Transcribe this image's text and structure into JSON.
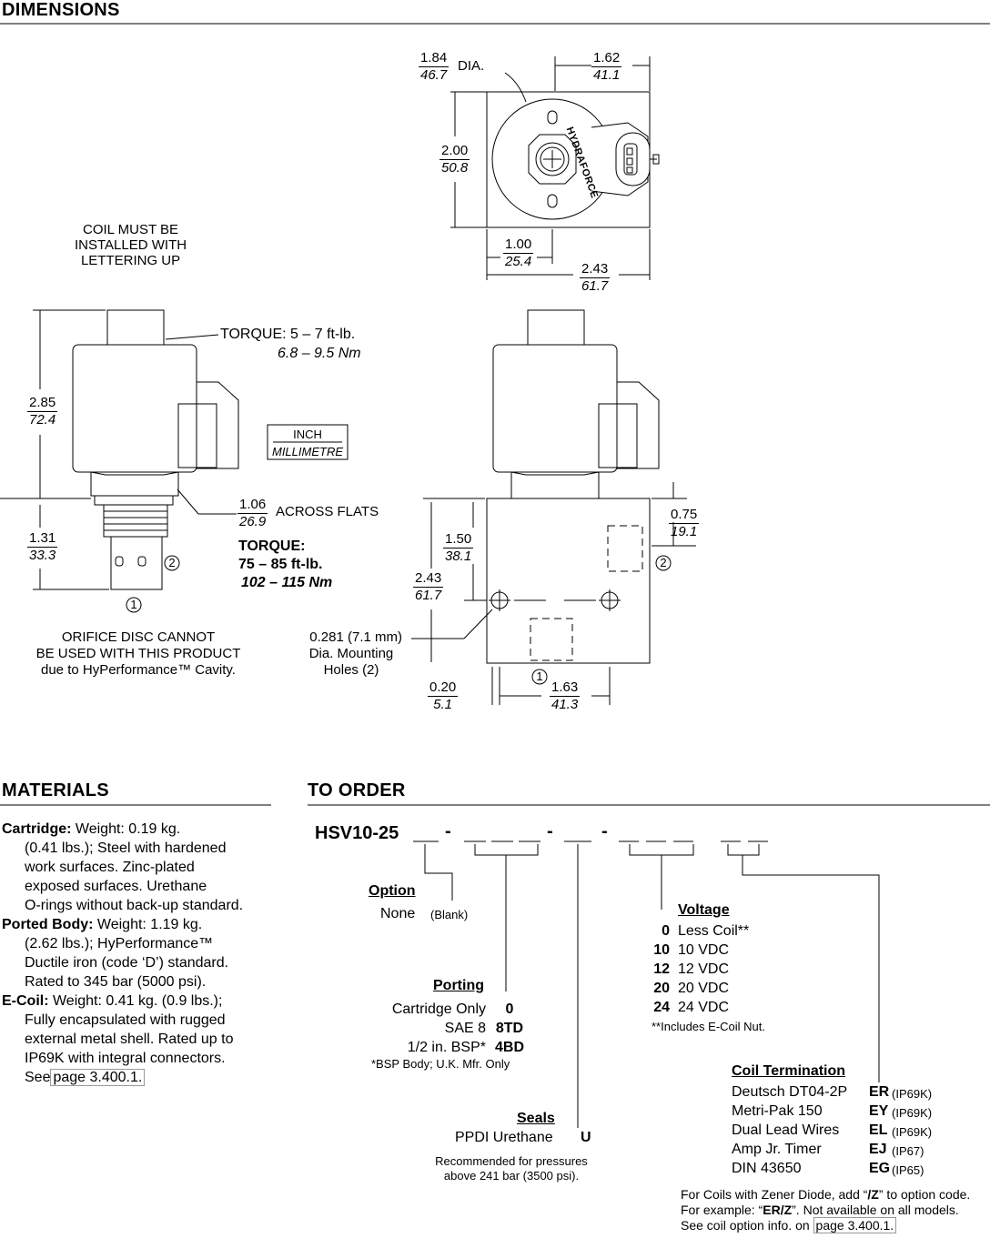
{
  "dimensions": {
    "title": "DIMENSIONS",
    "top_view": {
      "dia_in": "1.84",
      "dia_mm": "46.7",
      "dia_label": "DIA.",
      "w1_in": "1.62",
      "w1_mm": "41.1",
      "h_in": "2.00",
      "h_mm": "50.8",
      "x1_in": "1.00",
      "x1_mm": "25.4",
      "w2_in": "2.43",
      "w2_mm": "61.7",
      "brand": "HYDRAFORCE"
    },
    "coil_note": [
      "COIL MUST BE",
      "INSTALLED WITH",
      "LETTERING UP"
    ],
    "torque_nut": {
      "line1": "TORQUE: 5 – 7 ft-lb.",
      "line2": "6.8 – 9.5 Nm"
    },
    "side_height_in": "2.85",
    "side_height_mm": "72.4",
    "units_box": {
      "inch": "INCH",
      "mm": "MILLIMETRE"
    },
    "across_flats": {
      "in": "1.06",
      "mm": "26.9",
      "label": "ACROSS FLATS"
    },
    "torque_body": {
      "line1": "TORQUE:",
      "line2": "75 – 85 ft-lb.",
      "line3": "102 – 115 Nm"
    },
    "cart_len_in": "1.31",
    "cart_len_mm": "33.3",
    "port1": "1",
    "port2": "2",
    "orifice_note": [
      "ORIFICE DISC CANNOT",
      "BE USED WITH THIS PRODUCT",
      "due to HyPerformance™ Cavity."
    ],
    "body": {
      "d150_in": "1.50",
      "d150_mm": "38.1",
      "d243_in": "2.43",
      "d243_mm": "61.7",
      "d075_in": "0.75",
      "d075_mm": "19.1",
      "mount_holes": [
        "0.281 (7.1 mm)",
        "Dia. Mounting",
        "Holes (2)"
      ],
      "d020_in": "0.20",
      "d020_mm": "5.1",
      "d163_in": "1.63",
      "d163_mm": "41.3"
    }
  },
  "materials": {
    "title": "MATERIALS",
    "items": [
      {
        "label": "Cartridge:",
        "first": " Weight: 0.19 kg.",
        "rest": [
          "(0.41 lbs.); Steel with hardened",
          "work surfaces. Zinc-plated",
          "exposed surfaces. Urethane",
          "O-rings without back-up standard."
        ]
      },
      {
        "label": "Ported Body:",
        "first": " Weight: 1.19 kg.",
        "rest": [
          "(2.62 lbs.); HyPerformance™",
          "Ductile iron (code ‘D’) standard.",
          "Rated to 345 bar (5000 psi)."
        ]
      },
      {
        "label": "E-Coil:",
        "first": " Weight: 0.41 kg. (0.9 lbs.);",
        "rest": [
          "Fully encapsulated with rugged",
          "external metal shell. Rated up to",
          "IP69K with integral connectors."
        ]
      }
    ],
    "see_prefix": "See",
    "see_link": "page 3.400.1."
  },
  "to_order": {
    "title": "TO ORDER",
    "model": "HSV10-25",
    "option": {
      "title": "Option",
      "none": "None",
      "blank": "(Blank)"
    },
    "porting": {
      "title": "Porting",
      "rows": [
        [
          "Cartridge Only",
          "0"
        ],
        [
          "SAE 8",
          "8TD"
        ],
        [
          "1/2 in. BSP*",
          "4BD"
        ]
      ],
      "note": "*BSP Body; U.K. Mfr. Only"
    },
    "seals": {
      "title": "Seals",
      "name": "PPDI Urethane",
      "code": "U",
      "note1": "Recommended for pressures",
      "note2": "above 241 bar (3500 psi)."
    },
    "voltage": {
      "title": "Voltage",
      "rows": [
        [
          "0",
          "Less Coil**"
        ],
        [
          "10",
          "10 VDC"
        ],
        [
          "12",
          "12 VDC"
        ],
        [
          "20",
          "20 VDC"
        ],
        [
          "24",
          "24 VDC"
        ]
      ],
      "note": "**Includes E-Coil Nut."
    },
    "coil_term": {
      "title": "Coil Termination",
      "rows": [
        [
          "Deutsch DT04-2P",
          "ER",
          "(IP69K)"
        ],
        [
          "Metri-Pak 150",
          "EY",
          "(IP69K)"
        ],
        [
          "Dual Lead Wires",
          "EL",
          "(IP69K)"
        ],
        [
          "Amp Jr. Timer",
          "EJ",
          "(IP67)"
        ],
        [
          "DIN 43650",
          "EG",
          "(IP65)"
        ]
      ]
    },
    "zener": {
      "l1a": "For Coils with Zener Diode, add “",
      "l1b": "/Z",
      "l1c": "” to option code.",
      "l2a": "For example: “",
      "l2b": "ER/Z",
      "l2c": "”. Not available on all models.",
      "l3a": "See coil option info. on",
      "l3b": "page 3.400.1."
    }
  }
}
